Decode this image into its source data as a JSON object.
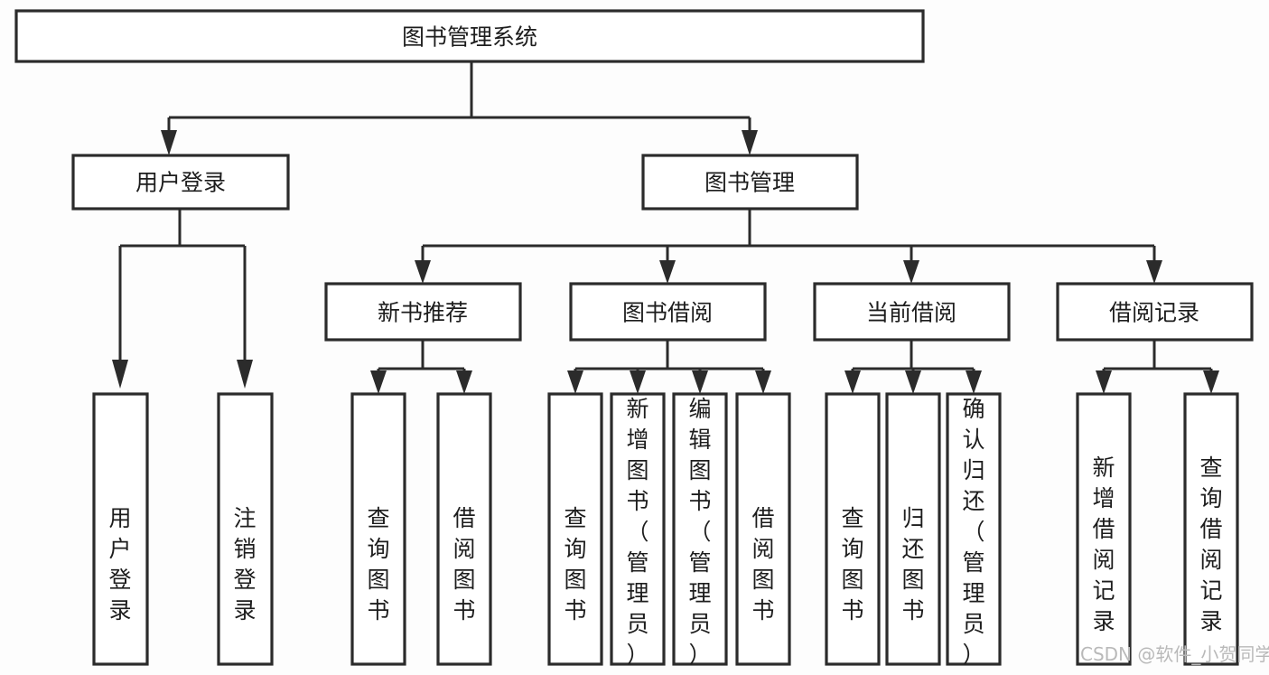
{
  "diagram": {
    "title": "图书管理系统",
    "watermark": "CSDN @软件_小贺同学",
    "style": {
      "box_fill": "#ffffff",
      "box_stroke": "#2b2b2b",
      "line_color": "#2b2b2b",
      "text_color": "#1d1d1d",
      "background": "#fdfdfd",
      "watermark_color": "#b9b9b9"
    },
    "root": {
      "label": "图书管理系统"
    },
    "level1": [
      {
        "label": "用户登录"
      },
      {
        "label": "图书管理"
      }
    ],
    "level2": [
      {
        "label": "新书推荐"
      },
      {
        "label": "图书借阅"
      },
      {
        "label": "当前借阅"
      },
      {
        "label": "借阅记录"
      }
    ],
    "leaves": {
      "user_login": [
        {
          "label": "用户登录"
        },
        {
          "label": "注销登录"
        }
      ],
      "new_book_recommend": [
        {
          "label": "查询图书"
        },
        {
          "label": "借阅图书"
        }
      ],
      "book_borrow": [
        {
          "label": "查询图书"
        },
        {
          "label": "新增图书（管理员）"
        },
        {
          "label": "编辑图书（管理员）"
        },
        {
          "label": "借阅图书"
        }
      ],
      "current_borrow": [
        {
          "label": "查询图书"
        },
        {
          "label": "归还图书"
        },
        {
          "label": "确认归还（管理员）"
        }
      ],
      "borrow_record": [
        {
          "label": "新增借阅记录"
        },
        {
          "label": "查询借阅记录"
        }
      ]
    }
  }
}
